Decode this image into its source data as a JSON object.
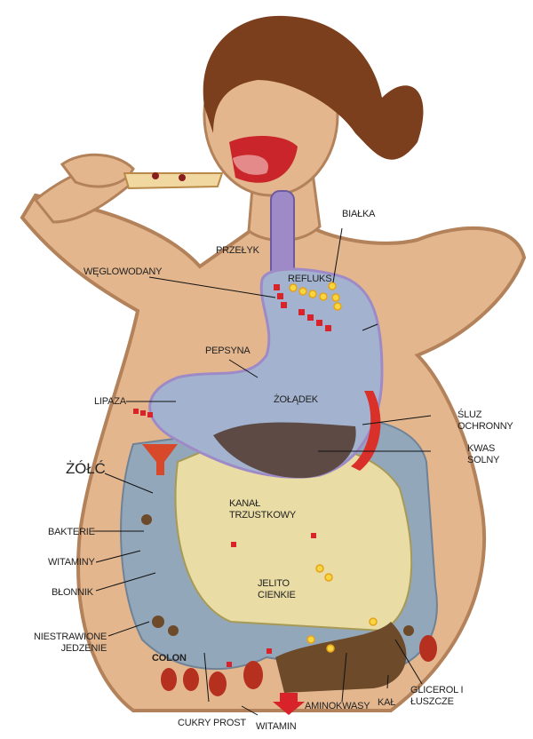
{
  "labels": {
    "bialka": "BIAŁKA",
    "przelyk": "PRZEŁYK",
    "weglowodany": "WĘGLOWODANY",
    "refluks": "REFLUKS",
    "pepsyna": "PEPSYNA",
    "zoladek": "ŻOŁĄDEK",
    "lipaza": "LIPAZA",
    "sluz_1": "ŚLUZ",
    "sluz_2": "OCHRONNY",
    "kwas_1": "KWAS",
    "kwas_2": "SOLNY",
    "zolc": "ŻÓŁĆ",
    "kanal_1": "KANAŁ",
    "kanal_2": "TRZUSTKOWY",
    "bakterie": "BAKTERIE",
    "witaminy": "WITAMINY",
    "blonnik": "BŁONNIK",
    "jelito_1": "JELITO",
    "jelito_2": "CIENKIE",
    "niestrawione_1": "NIESTRAWIONE",
    "niestrawione_2": "JEDZENIE",
    "colon": "COLON",
    "cukry": "CUKRY PROST",
    "witamin": "WITAMIN",
    "aminokwasy": "AMINOKWASY",
    "kal": "KAŁ",
    "glicerol_1": "GLICEROL I",
    "glicerol_2": "ŁUSZCZE"
  },
  "colors": {
    "skin": "#e3b68e",
    "outline": "#b3825a",
    "hair": "#7b3f1d",
    "stomach": "#a3b3cf",
    "intestine": "#e9dca4",
    "colon": "#93a7bb"
  }
}
